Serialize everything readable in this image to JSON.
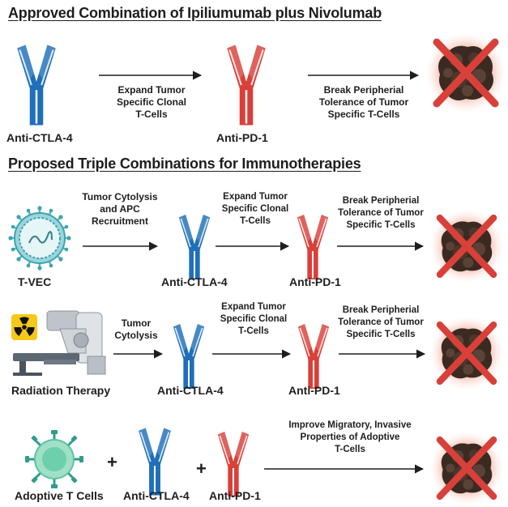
{
  "colors": {
    "anti_ctla4": "#1f6fba",
    "anti_pd1": "#d9403a",
    "tumor": "#3b2a22",
    "cross": "#d9403a",
    "glow": "#f3a08a"
  },
  "icons": [
    "antibody-icon",
    "tumor-cell-icon",
    "virus-icon",
    "radiation-machine-icon",
    "radiation-symbol-icon",
    "t-cell-icon"
  ],
  "section1": {
    "title": "Approved Combination of Ipiliumumab plus Nivolumab",
    "antibody1_label": "Anti-CTLA-4",
    "antibody2_label": "Anti-PD-1",
    "step1": [
      "Expand Tumor",
      "Specific Clonal",
      "T-Cells"
    ],
    "step2": [
      "Break Peripherial",
      "Tolerance of Tumor",
      "Specific T-Cells"
    ]
  },
  "section2": {
    "title": "Proposed Triple Combinations for Immunotherapies",
    "row1": {
      "agent_label": "T-VEC",
      "step0": [
        "Tumor Cytolysis",
        "and APC",
        "Recruitment"
      ],
      "antibody1_label": "Anti-CTLA-4",
      "antibody2_label": "Anti-PD-1",
      "step1": [
        "Expand Tumor",
        "Specific Clonal",
        "T-Cells"
      ],
      "step2": [
        "Break Peripherial",
        "Tolerance of Tumor",
        "Specific T-Cells"
      ]
    },
    "row2": {
      "agent_label": "Radiation Therapy",
      "step0": [
        "Tumor",
        "Cytolysis"
      ],
      "antibody1_label": "Anti-CTLA-4",
      "antibody2_label": "Anti-PD-1",
      "step1": [
        "Expand Tumor",
        "Specific Clonal",
        "T-Cells"
      ],
      "step2": [
        "Break Peripherial",
        "Tolerance of Tumor",
        "Specific T-Cells"
      ]
    },
    "row3": {
      "agent_label": "Adoptive T Cells",
      "plus1": "+",
      "antibody1_label": "Anti-CTLA-4",
      "plus2": "+",
      "antibody2_label": "Anti-PD-1",
      "step": [
        "Improve Migratory, Invasive",
        "Properties of Adoptive",
        "T-Cells"
      ]
    }
  }
}
